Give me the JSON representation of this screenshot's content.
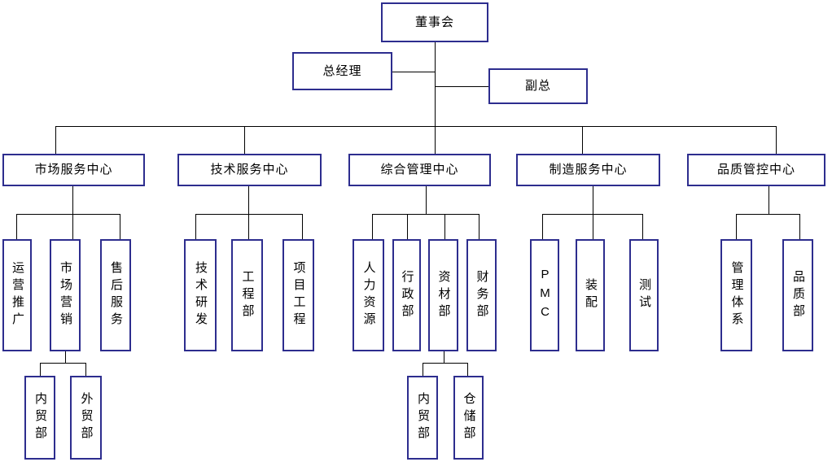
{
  "diagram": {
    "type": "org-chart",
    "colors": {
      "box_border": "#2d2d8e",
      "connector": "#000000",
      "text": "#000000",
      "background": "#ffffff"
    },
    "board": {
      "label": "董事会"
    },
    "executives": [
      {
        "label": "总经理"
      },
      {
        "label": "副总"
      }
    ],
    "centers": [
      {
        "label": "市场服务中心",
        "departments": [
          {
            "label": "运营推广"
          },
          {
            "label": "市场营销",
            "sub_departments": [
              {
                "label": "内贸部"
              },
              {
                "label": "外贸部"
              }
            ]
          },
          {
            "label": "售后服务"
          }
        ]
      },
      {
        "label": "技术服务中心",
        "departments": [
          {
            "label": "技术研发"
          },
          {
            "label": "工程部"
          },
          {
            "label": "项目工程"
          }
        ]
      },
      {
        "label": "综合管理中心",
        "departments": [
          {
            "label": "人力资源"
          },
          {
            "label": "行政部"
          },
          {
            "label": "资材部",
            "sub_departments": [
              {
                "label": "内贸部"
              },
              {
                "label": "仓储部"
              }
            ]
          },
          {
            "label": "财务部"
          }
        ]
      },
      {
        "label": "制造服务中心",
        "departments": [
          {
            "label": "PMC"
          },
          {
            "label": "装配"
          },
          {
            "label": "测试"
          }
        ]
      },
      {
        "label": "品质管控中心",
        "departments": [
          {
            "label": "管理体系"
          },
          {
            "label": "品质部"
          }
        ]
      }
    ]
  }
}
